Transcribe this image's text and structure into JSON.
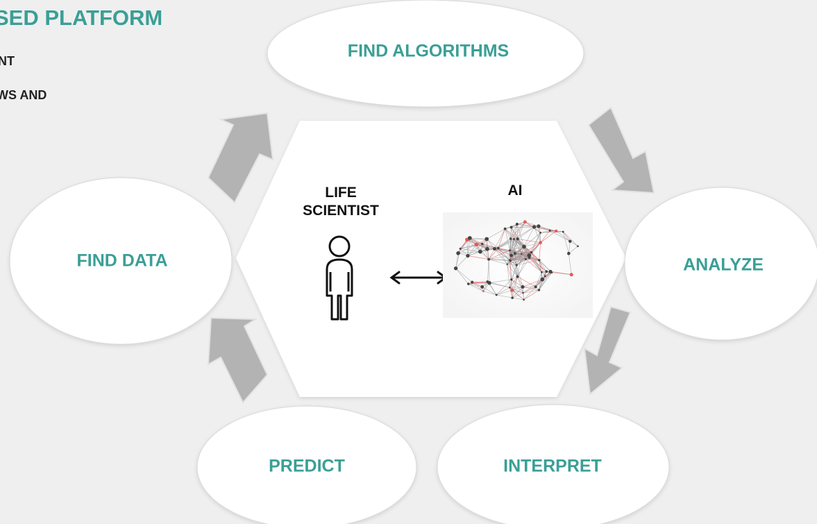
{
  "header": {
    "title": "SED PLATFORM",
    "line1": "NT",
    "line2": "WS AND"
  },
  "center": {
    "left_label": "LIFE SCIENTIST",
    "right_label": "AI"
  },
  "nodes": {
    "find_algorithms": "FIND ALGORITHMS",
    "analyze": "ANALYZE",
    "interpret": "INTERPRET",
    "predict": "PREDICT",
    "find_data": "FIND DATA"
  },
  "icons": {
    "person": "person-outline-icon",
    "exchange": "double-arrow-icon",
    "brain": "ai-brain-network-icon"
  },
  "colors": {
    "accent": "#3a9f96",
    "arrow": "#b3b3b3",
    "background": "#efefef",
    "network_red": "#e35a5a"
  }
}
